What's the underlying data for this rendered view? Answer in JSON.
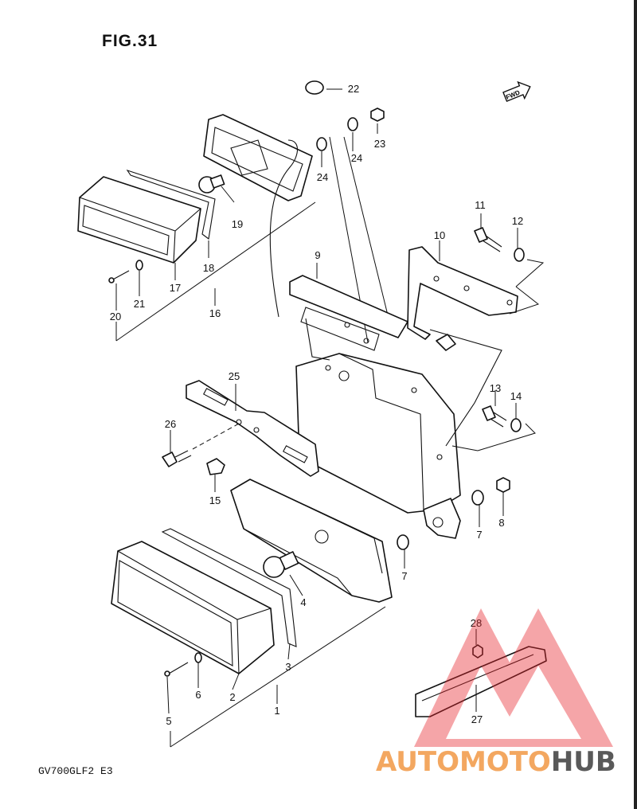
{
  "figure": {
    "title": "FIG.31",
    "model_code": "GV700GLF2  E3",
    "forward_marker": "FWD"
  },
  "callouts": [
    {
      "id": "c1",
      "text": "1"
    },
    {
      "id": "c2",
      "text": "2"
    },
    {
      "id": "c3",
      "text": "3"
    },
    {
      "id": "c4",
      "text": "4"
    },
    {
      "id": "c5",
      "text": "5"
    },
    {
      "id": "c6",
      "text": "6"
    },
    {
      "id": "c7a",
      "text": "7"
    },
    {
      "id": "c7b",
      "text": "7"
    },
    {
      "id": "c8",
      "text": "8"
    },
    {
      "id": "c9",
      "text": "9"
    },
    {
      "id": "c10",
      "text": "10"
    },
    {
      "id": "c11",
      "text": "11"
    },
    {
      "id": "c12",
      "text": "12"
    },
    {
      "id": "c13",
      "text": "13"
    },
    {
      "id": "c14",
      "text": "14"
    },
    {
      "id": "c15",
      "text": "15"
    },
    {
      "id": "c16",
      "text": "16"
    },
    {
      "id": "c17",
      "text": "17"
    },
    {
      "id": "c18",
      "text": "18"
    },
    {
      "id": "c19",
      "text": "19"
    },
    {
      "id": "c20",
      "text": "20"
    },
    {
      "id": "c21",
      "text": "21"
    },
    {
      "id": "c22",
      "text": "22"
    },
    {
      "id": "c23",
      "text": "23"
    },
    {
      "id": "c24a",
      "text": "24"
    },
    {
      "id": "c24b",
      "text": "24"
    },
    {
      "id": "c25",
      "text": "25"
    },
    {
      "id": "c26",
      "text": "26"
    },
    {
      "id": "c27",
      "text": "27"
    },
    {
      "id": "c28",
      "text": "28"
    }
  ],
  "watermark": {
    "part1": "AUTOMOTO",
    "part2": "HUB",
    "color_primary": "#f08a2c",
    "color_secondary": "#222222",
    "logo_color": "#e8252c"
  }
}
